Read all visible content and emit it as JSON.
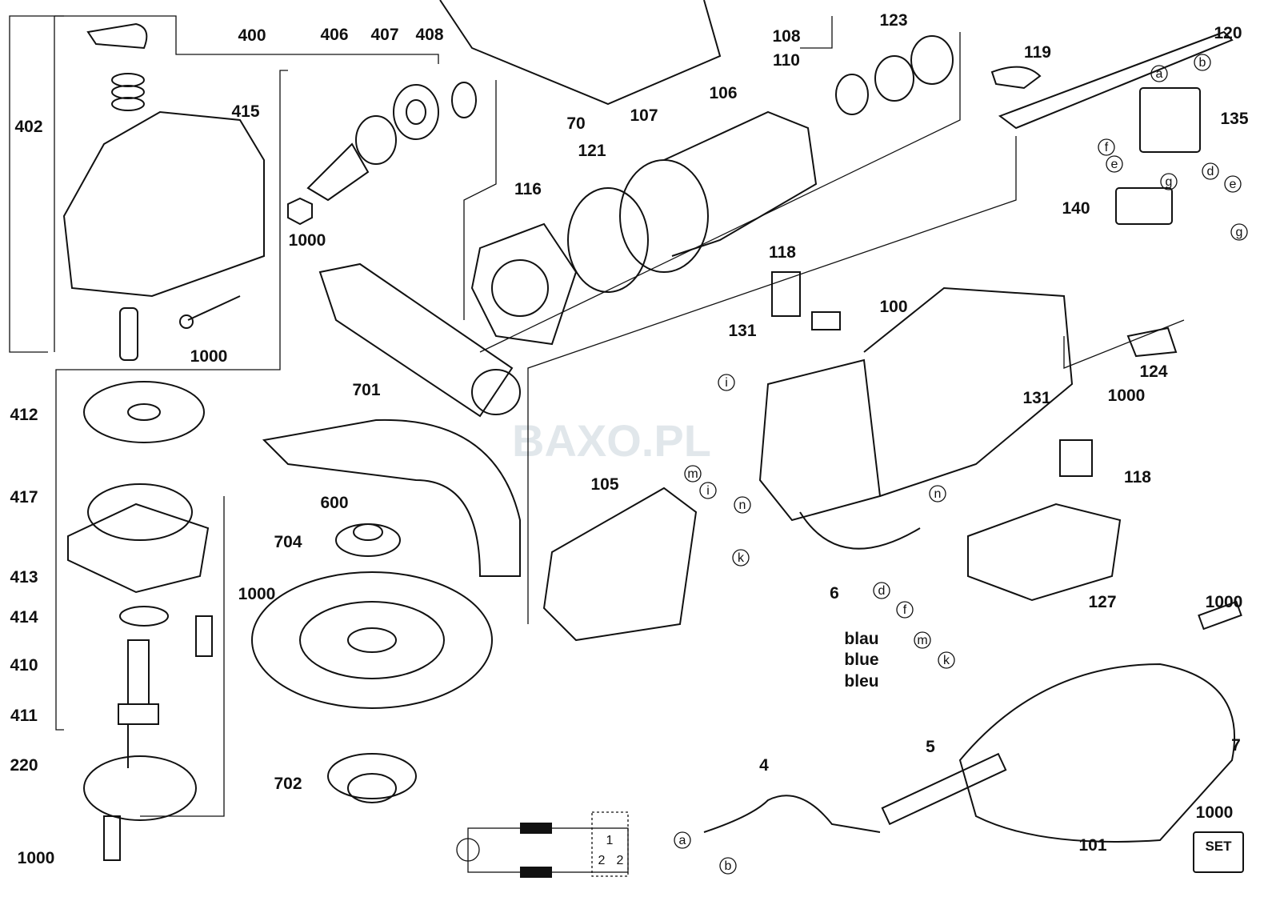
{
  "watermark": "BAXO.PL",
  "set_badge": "SET",
  "part_labels": [
    "400",
    "406",
    "407",
    "408",
    "402",
    "415",
    "1000",
    "1000",
    "701",
    "412",
    "417",
    "413",
    "414",
    "1000",
    "410",
    "411",
    "220",
    "1000",
    "600",
    "704",
    "702",
    "70",
    "116",
    "121",
    "107",
    "106",
    "108",
    "110",
    "123",
    "119",
    "120",
    "135",
    "140",
    "118",
    "131",
    "100",
    "124",
    "1000",
    "131",
    "118",
    "105",
    "6",
    "127",
    "blau",
    "blue",
    "bleu",
    "1000",
    "7",
    "5",
    "4",
    "101",
    "1000"
  ],
  "wire_labels": [
    "a",
    "b",
    "f",
    "e",
    "g",
    "d",
    "e",
    "g",
    "i",
    "n",
    "m",
    "i",
    "n",
    "k",
    "d",
    "f",
    "m",
    "k",
    "a",
    "b"
  ],
  "schematic_labels": [
    "1",
    "2",
    "2"
  ]
}
